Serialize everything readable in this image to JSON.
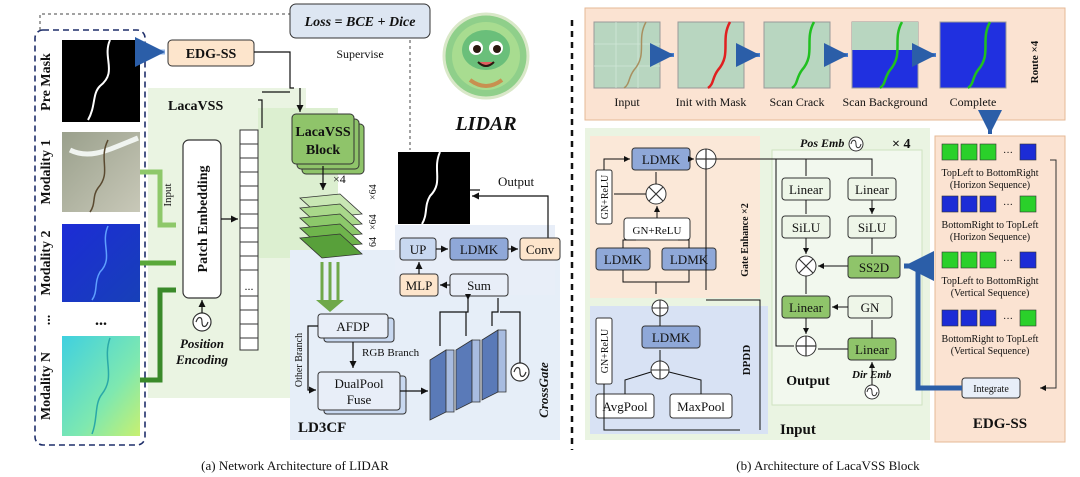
{
  "left": {
    "caption": "(a) Network Architecture of  LIDAR",
    "loss": "Loss = BCE + Dice",
    "supervise": "Supervise",
    "edg_ss": "EDG-SS",
    "lacavss": "LacaVSS",
    "lacavss_block": [
      "LacaVSS",
      "Block"
    ],
    "times4": "×4",
    "dims": [
      "64",
      "×64",
      "×64"
    ],
    "lidar": "LIDAR",
    "output": "Output",
    "input": "Input",
    "patch_embedding": "Patch Embedding",
    "position_encoding": [
      "Position",
      "Encoding"
    ],
    "modalities": [
      "Pre Mask",
      "Modality 1",
      "Modality 2",
      "...",
      "Modality N"
    ],
    "up": "UP",
    "ldmk": "LDMK",
    "conv": "Conv",
    "mlp": "MLP",
    "sum": "Sum",
    "afdp": "AFDP",
    "rgb_branch": "RGB Branch",
    "other_branch": "Other Branch",
    "dualpool": [
      "DualPool",
      "Fuse"
    ],
    "ld3cf": "LD3CF",
    "crossgate": "CrossGate"
  },
  "right": {
    "caption": "(b) Architecture of  LacaVSS Block",
    "scan_steps": [
      "Input",
      "Init with Mask",
      "Scan Crack",
      "Scan Background",
      "Complete"
    ],
    "route": "Route ×4",
    "pos_emb": "Pos Emb",
    "times4": "× 4",
    "gate_enhance": "Gate Enhance  ×2",
    "gn_relu": "GN+ReLU",
    "ldmk": "LDMK",
    "linear": "Linear",
    "silu": "SiLU",
    "ss2d": "SS2D",
    "gn": "GN",
    "output": "Output",
    "dir_emb": "Dir Emb",
    "dpdd": "DPDD",
    "avgpool": "AvgPool",
    "maxpool": "MaxPool",
    "input": "Input",
    "integrate": "Integrate",
    "edg_ss": "EDG-SS",
    "sequences": [
      [
        "TopLeft to BottomRight",
        "(Horizon Sequence)"
      ],
      [
        "BottomRight to TopLeft",
        "(Horizon Sequence)"
      ],
      [
        "TopLeft to BottomRight",
        "(Vertical Sequence)"
      ],
      [
        "BottomRight to TopLeft",
        "(Vertical Sequence)"
      ]
    ],
    "dots": "···"
  }
}
